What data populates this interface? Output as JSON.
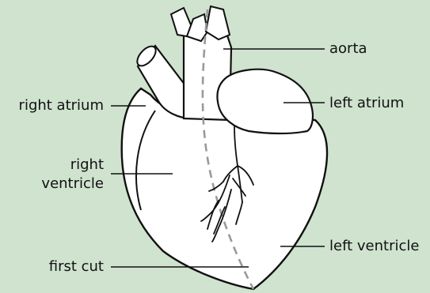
{
  "labels": {
    "aorta": "aorta",
    "left_atrium": "left atrium",
    "right_atrium": "right atrium",
    "right_ventricle_line1": "right",
    "right_ventricle_line2": "ventricle",
    "left_ventricle": "left ventricle",
    "first_cut": "first cut"
  },
  "colors": {
    "background": "#cfe3cf",
    "heart_fill": "#ffffff",
    "outline": "#111111",
    "cut_line": "#9a9a9a"
  }
}
